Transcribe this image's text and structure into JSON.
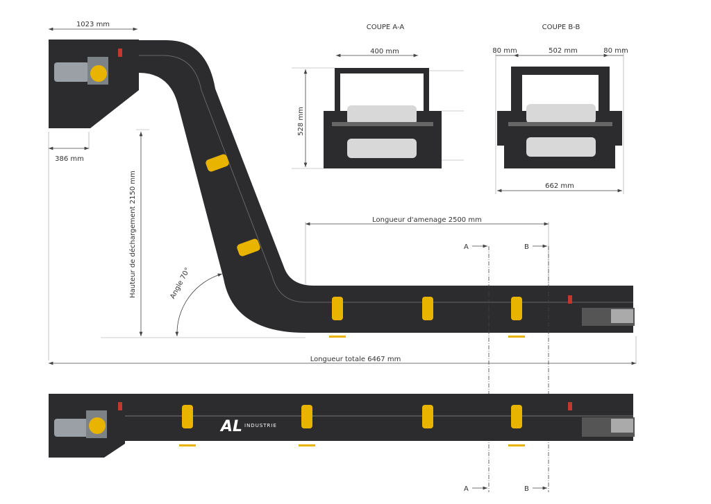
{
  "sections": {
    "a_title": "COUPE A-A",
    "b_title": "COUPE B-B"
  },
  "dimensions": {
    "top_width": "1023 mm",
    "hopper_depth": "386 mm",
    "discharge_height": "Hauteur de déchargement 2150 mm",
    "angle": "Angle 70°",
    "feed_length": "Longueur d'amenage 2500 mm",
    "total_length": "Longueur totale 6467 mm",
    "a_width": "400 mm",
    "a_height": "528 mm",
    "b_left": "80 mm",
    "b_mid": "502 mm",
    "b_right": "80 mm",
    "b_total": "662 mm"
  },
  "markers": {
    "a": "A",
    "b": "B"
  },
  "logo": {
    "main": "AL",
    "sub": "INDUSTRIE"
  },
  "colors": {
    "body": "#2c2c2e",
    "accent": "#e8b400"
  }
}
